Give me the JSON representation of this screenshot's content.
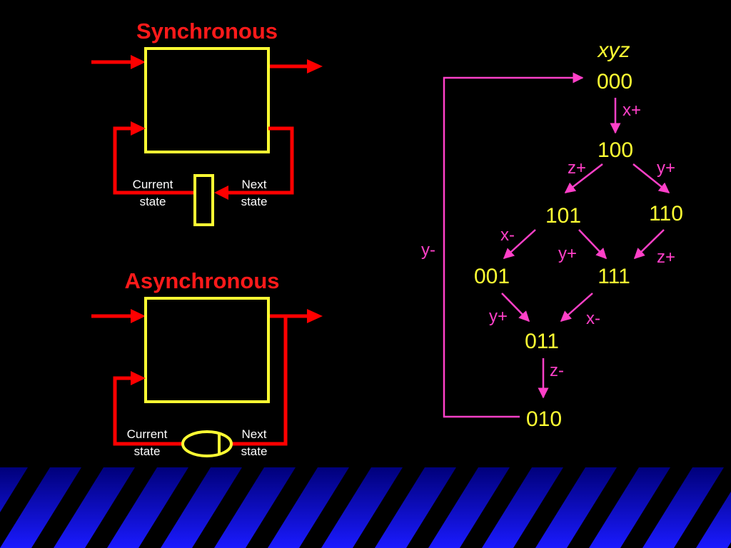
{
  "colors": {
    "background": "#000000",
    "title_red": "#ff1a1a",
    "wire_red": "#ff0000",
    "box_yellow": "#ffff33",
    "state_yellow": "#ffff33",
    "arc_magenta": "#ff40c8",
    "label_white": "#ffffff",
    "stripe_blue_top": "#00007a",
    "stripe_blue_bottom": "#1a1aff"
  },
  "synchronous": {
    "title": "Synchronous",
    "current_label": "Current\nstate",
    "next_label": "Next\nstate",
    "storage_element": "register"
  },
  "asynchronous": {
    "title": "Asynchronous",
    "current_label": "Current\nstate",
    "next_label": "Next\nstate",
    "storage_element": "delay"
  },
  "state_graph": {
    "header": "xyz",
    "states": [
      "000",
      "100",
      "101",
      "110",
      "001",
      "111",
      "011",
      "010"
    ],
    "transitions": [
      {
        "from": "000",
        "to": "100",
        "label": "x+"
      },
      {
        "from": "100",
        "to": "101",
        "label": "z+"
      },
      {
        "from": "100",
        "to": "110",
        "label": "y+"
      },
      {
        "from": "101",
        "to": "001",
        "label": "x-"
      },
      {
        "from": "101",
        "to": "111",
        "label": "y+"
      },
      {
        "from": "110",
        "to": "111",
        "label": "z+"
      },
      {
        "from": "001",
        "to": "011",
        "label": "y+"
      },
      {
        "from": "111",
        "to": "011",
        "label": "x-"
      },
      {
        "from": "011",
        "to": "010",
        "label": "z-"
      },
      {
        "from": "010",
        "to": "000",
        "label": "y-"
      }
    ]
  }
}
